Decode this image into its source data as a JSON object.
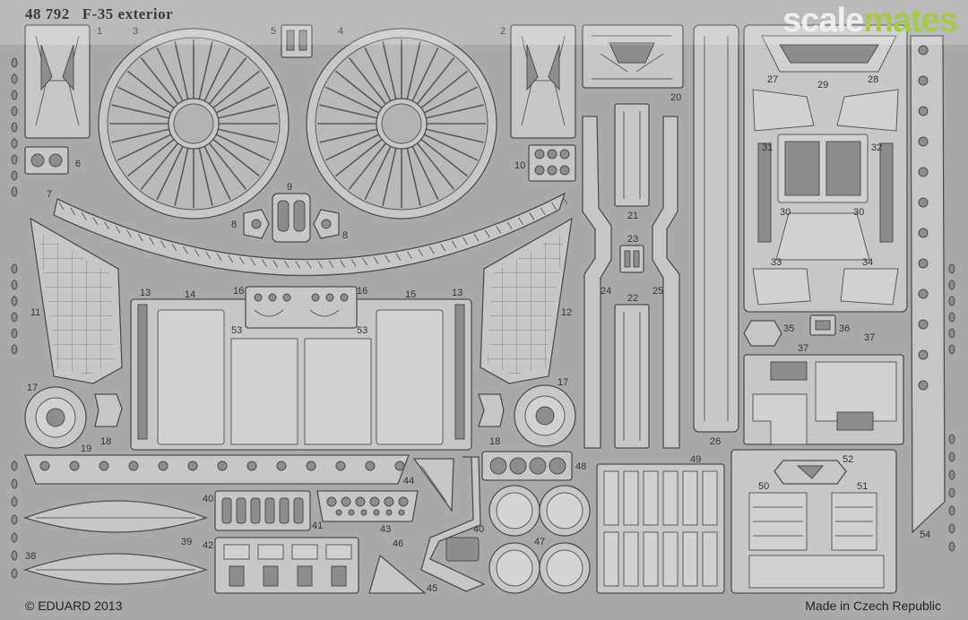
{
  "header": {
    "set_number": "48 792",
    "set_title": "F-35 exterior"
  },
  "watermark": {
    "part1": "scale",
    "part2": "mates"
  },
  "footer": {
    "copyright": "© EDUARD 2013",
    "origin": "Made in Czech Republic"
  },
  "colors": {
    "brand_white": "#eeeeee",
    "brand_green": "#a6c84c",
    "fret": "#a9a9a9",
    "part": "#c7c7c7"
  },
  "part_numbers": {
    "p1": "1",
    "p2": "2",
    "p3": "3",
    "p4": "4",
    "p5": "5",
    "p6": "6",
    "p7": "7",
    "p8a": "8",
    "p8b": "8",
    "p9": "9",
    "p10": "10",
    "p11": "11",
    "p12": "12",
    "p13a": "13",
    "p13b": "13",
    "p14": "14",
    "p15": "15",
    "p16a": "16",
    "p16b": "16",
    "p17a": "17",
    "p17b": "17",
    "p18a": "18",
    "p18b": "18",
    "p19": "19",
    "p20": "20",
    "p21": "21",
    "p22": "22",
    "p23": "23",
    "p24": "24",
    "p25": "25",
    "p26": "26",
    "p27": "27",
    "p28": "28",
    "p29": "29",
    "p30a": "30",
    "p30b": "30",
    "p31": "31",
    "p32": "32",
    "p33": "33",
    "p34": "34",
    "p35": "35",
    "p36": "36",
    "p37a": "37",
    "p37b": "37",
    "p38": "38",
    "p39": "39",
    "p40a": "40",
    "p40b": "40",
    "p41": "41",
    "p42": "42",
    "p43": "43",
    "p44": "44",
    "p45": "45",
    "p46": "46",
    "p47": "47",
    "p48": "48",
    "p49": "49",
    "p50": "50",
    "p51": "51",
    "p52": "52",
    "p53a": "53",
    "p53b": "53",
    "p54": "54"
  }
}
